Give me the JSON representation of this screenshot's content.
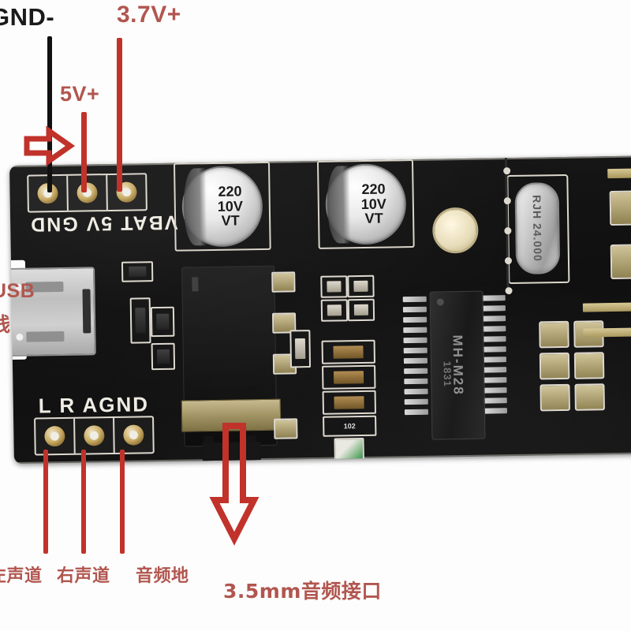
{
  "image": {
    "subject": "Annotated photo of a MH-M28 Bluetooth audio receiver PCB module",
    "background_color": "#fdfdfd",
    "annotation_red": "#b1564f",
    "annotation_line_red": "#c1322b",
    "annotation_black": "#1a1a1a",
    "pcb_color": "#121212"
  },
  "annotations": {
    "gnd_minus": "GND-",
    "v37_plus": "3.7V+",
    "v5_plus": "5V+",
    "usb": "USB",
    "usb_line": "线",
    "left_channel": "左声道",
    "right_channel": "右声道",
    "audio_ground": "音频地",
    "audio_jack": "3.5mm音频接口"
  },
  "pcb": {
    "power_header_silk": "VBAT 5V GND",
    "audio_header_silk": "L  R  AGND",
    "power_pads": [
      "VBAT",
      "5V",
      "GND"
    ],
    "audio_pads": [
      "L",
      "R",
      "AGND"
    ],
    "capacitors": [
      {
        "value": "220",
        "voltage": "10V",
        "brand": "VT"
      },
      {
        "value": "220",
        "voltage": "10V",
        "brand": "VT"
      }
    ],
    "ic": {
      "part": "MH-M28",
      "date_code": "1831"
    },
    "crystal": {
      "brand": "RJH",
      "frequency": "24.000"
    },
    "resistor_code": "102",
    "connectors": [
      "micro-usb",
      "3.5mm-audio-jack"
    ]
  }
}
